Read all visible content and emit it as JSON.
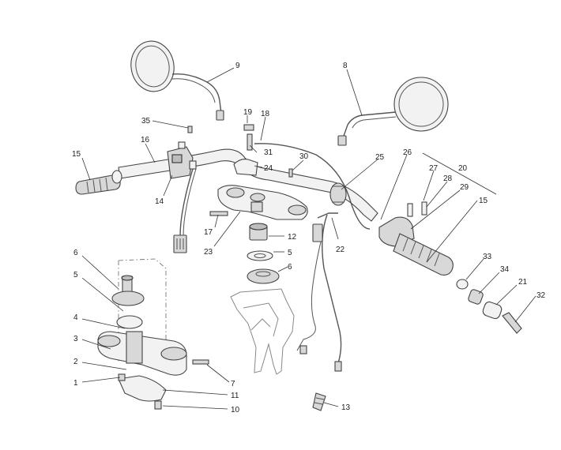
{
  "callouts": [
    {
      "id": "c9",
      "text": "9"
    },
    {
      "id": "c8",
      "text": "8"
    },
    {
      "id": "c35",
      "text": "35"
    },
    {
      "id": "c19",
      "text": "19"
    },
    {
      "id": "c18",
      "text": "18"
    },
    {
      "id": "c16",
      "text": "16"
    },
    {
      "id": "c31",
      "text": "31"
    },
    {
      "id": "c30",
      "text": "30"
    },
    {
      "id": "c25",
      "text": "25"
    },
    {
      "id": "c26",
      "text": "26"
    },
    {
      "id": "c15a",
      "text": "15"
    },
    {
      "id": "c24",
      "text": "24"
    },
    {
      "id": "c14",
      "text": "14"
    },
    {
      "id": "c27",
      "text": "27"
    },
    {
      "id": "c20",
      "text": "20"
    },
    {
      "id": "c28",
      "text": "28"
    },
    {
      "id": "c29",
      "text": "29"
    },
    {
      "id": "c15b",
      "text": "15"
    },
    {
      "id": "c17",
      "text": "17"
    },
    {
      "id": "c12",
      "text": "12"
    },
    {
      "id": "c22",
      "text": "22"
    },
    {
      "id": "c23",
      "text": "23"
    },
    {
      "id": "c5b",
      "text": "5"
    },
    {
      "id": "c6b",
      "text": "6"
    },
    {
      "id": "c33",
      "text": "33"
    },
    {
      "id": "c34",
      "text": "34"
    },
    {
      "id": "c21",
      "text": "21"
    },
    {
      "id": "c32",
      "text": "32"
    },
    {
      "id": "c6a",
      "text": "6"
    },
    {
      "id": "c5a",
      "text": "5"
    },
    {
      "id": "c4",
      "text": "4"
    },
    {
      "id": "c3",
      "text": "3"
    },
    {
      "id": "c2",
      "text": "2"
    },
    {
      "id": "c1",
      "text": "1"
    },
    {
      "id": "c7",
      "text": "7"
    },
    {
      "id": "c11",
      "text": "11"
    },
    {
      "id": "c10",
      "text": "10"
    },
    {
      "id": "c13",
      "text": "13"
    }
  ]
}
